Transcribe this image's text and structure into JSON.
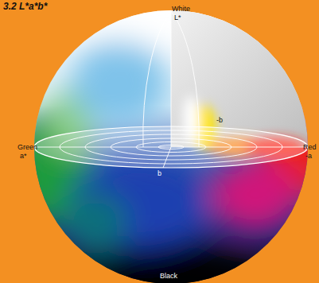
{
  "diagram": {
    "title": "3.2 L*a*b*",
    "labels": [
      "White",
      "L*",
      "Green",
      "a*",
      "Red",
      "-a",
      "-b",
      "b",
      "Black"
    ]
  }
}
